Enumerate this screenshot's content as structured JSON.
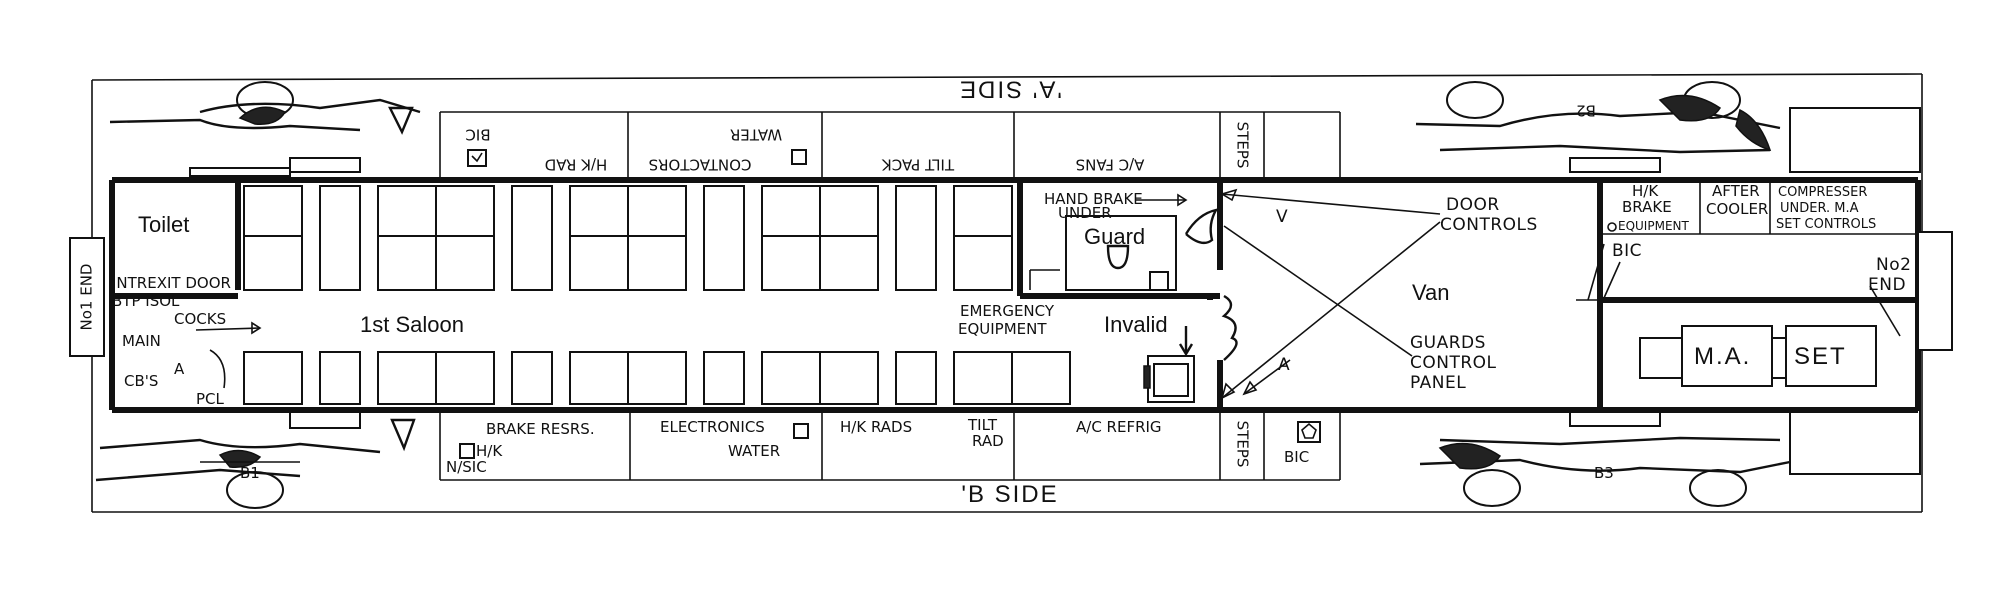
{
  "sides": {
    "a_side": "'A' SIDE",
    "b_side": "'B SIDE"
  },
  "ends": {
    "no1_end": "No1 END",
    "no2_end_line1": "No2",
    "no2_end_line2": "END"
  },
  "a_side_equipment": {
    "bic": "BIC",
    "hk_rad": "H/K RAD",
    "contactors": "CONTACTORS",
    "water": "WATER",
    "tilt_pack": "TILT PACK",
    "ac_fans": "A/C FANS",
    "steps": "STEPS"
  },
  "b_side_equipment": {
    "brake_resrs": "BRAKE RESRS.",
    "hk": "H/K",
    "nsic": "N/SIC",
    "electronics": "ELECTRONICS",
    "water": "WATER",
    "hk_rads": "H/K RADS",
    "tilt_rad_line1": "TILT",
    "tilt_rad_line2": "RAD",
    "ac_refrig": "A/C REFRIG",
    "steps": "STEPS",
    "bic": "BIC"
  },
  "interior": {
    "toilet": "Toilet",
    "intrexit_door_line1": "INTREXIT DOOR",
    "intrexit_door_line2": "BTP ISOL",
    "cocks": "COCKS",
    "main_cbs_line1": "MAIN",
    "main_cbs_line2": "CB'S",
    "main_cbs_a": "A",
    "pcl": "PCL",
    "saloon": "1st Saloon",
    "emergency_line1": "EMERGENCY",
    "emergency_line2": "EQUIPMENT",
    "hand_brake_line1": "HAND BRAKE",
    "hand_brake_line2": "UNDER",
    "guard": "Guard",
    "invalid": "Invalid",
    "van": "Van",
    "door_controls_line1": "DOOR",
    "door_controls_line2": "CONTROLS",
    "guards_panel_line1": "GUARDS",
    "guards_panel_line2": "CONTROL",
    "guards_panel_line3": "PANEL",
    "marker_v": "V",
    "marker_a": "A",
    "hk_brake_line1": "H/K",
    "hk_brake_line2": "BRAKE",
    "hk_brake_line3": "EQUIPMENT",
    "after_cooler_line1": "AFTER",
    "after_cooler_line2": "COOLER",
    "compressor_line1": "COMPRESSER",
    "compressor_line2": "UNDER. M.A",
    "compressor_line3": "SET CONTROLS",
    "bic": "BIC",
    "ma_set_1": "M.A.",
    "ma_set_2": "SET"
  },
  "bogies": {
    "b1": "B1",
    "b2": "B2",
    "b3": "B3"
  }
}
